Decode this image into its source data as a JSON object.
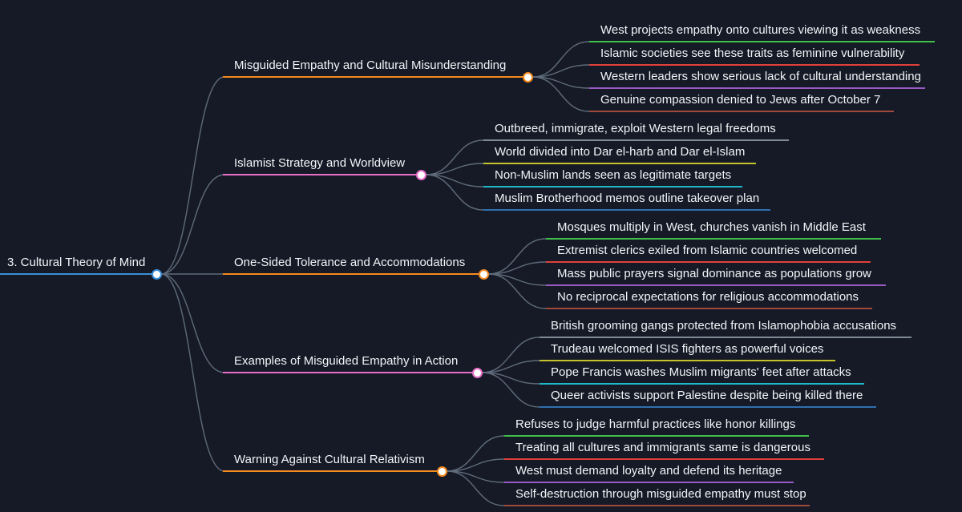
{
  "root": {
    "label": "3. Cultural Theory of Mind",
    "color": "#3b8ed6"
  },
  "branches": [
    {
      "label": "Misguided Empathy and Cultural Misunderstanding",
      "color": "#f58a1f",
      "children": [
        {
          "label": "West projects empathy onto cultures viewing it as weakness",
          "color": "#3fbf4a"
        },
        {
          "label": "Islamic societies see these traits as feminine vulnerability",
          "color": "#e0403a"
        },
        {
          "label": "Western leaders show serious lack of cultural understanding",
          "color": "#9b59c6"
        },
        {
          "label": "Genuine compassion denied to Jews after October 7",
          "color": "#a14a3a"
        }
      ]
    },
    {
      "label": "Islamist Strategy and Worldview",
      "color": "#e86fc8",
      "children": [
        {
          "label": "Outbreed, immigrate, exploit Western legal freedoms",
          "color": "#7f8a97"
        },
        {
          "label": "World divided into Dar el-harb and Dar el-Islam",
          "color": "#c6c22a"
        },
        {
          "label": "Non-Muslim lands seen as legitimate targets",
          "color": "#1fb6c9"
        },
        {
          "label": "Muslim Brotherhood memos outline takeover plan",
          "color": "#2f6fb0"
        }
      ]
    },
    {
      "label": "One-Sided Tolerance and Accommodations",
      "color": "#f58a1f",
      "children": [
        {
          "label": "Mosques multiply in West, churches vanish in Middle East",
          "color": "#3fbf4a"
        },
        {
          "label": "Extremist clerics exiled from Islamic countries welcomed",
          "color": "#e0403a"
        },
        {
          "label": "Mass public prayers signal dominance as populations grow",
          "color": "#9b59c6"
        },
        {
          "label": "No reciprocal expectations for religious accommodations",
          "color": "#a14a3a"
        }
      ]
    },
    {
      "label": "Examples of Misguided Empathy in Action",
      "color": "#e86fc8",
      "children": [
        {
          "label": "British grooming gangs protected from Islamophobia accusations",
          "color": "#7f8a97"
        },
        {
          "label": "Trudeau welcomed ISIS fighters as powerful voices",
          "color": "#c6c22a"
        },
        {
          "label": "Pope Francis washes Muslim migrants' feet after attacks",
          "color": "#1fb6c9"
        },
        {
          "label": "Queer activists support Palestine despite being killed there",
          "color": "#2f6fb0"
        }
      ]
    },
    {
      "label": "Warning Against Cultural Relativism",
      "color": "#f58a1f",
      "children": [
        {
          "label": "Refuses to judge harmful practices like honor killings",
          "color": "#3fbf4a"
        },
        {
          "label": "Treating all cultures and immigrants same is dangerous",
          "color": "#e0403a"
        },
        {
          "label": "West must demand loyalty and defend its heritage",
          "color": "#9b59c6"
        },
        {
          "label": "Self-destruction through misguided empathy must stop",
          "color": "#a14a3a"
        }
      ]
    }
  ]
}
